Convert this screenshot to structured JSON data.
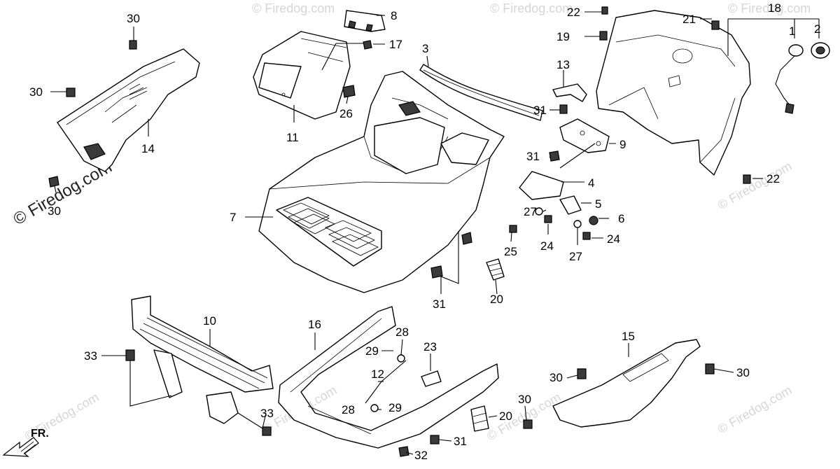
{
  "diagram": {
    "watermark_main": "© Firedog.com",
    "watermark_faint": "© Firedog.com",
    "direction_label": "FR.",
    "callouts": {
      "c1": "1",
      "c2": "2",
      "c3": "3",
      "c4": "4",
      "c5": "5",
      "c6": "6",
      "c7": "7",
      "c8": "8",
      "c9": "9",
      "c10": "10",
      "c11": "11",
      "c12": "12",
      "c13": "13",
      "c14": "14",
      "c15": "15",
      "c16": "16",
      "c17": "17",
      "c18": "18",
      "c19": "19",
      "c20a": "20",
      "c20b": "20",
      "c21": "21",
      "c22a": "22",
      "c22b": "22",
      "c23": "23",
      "c24a": "24",
      "c24b": "24",
      "c25": "25",
      "c26": "26",
      "c27a": "27",
      "c27b": "27",
      "c28a": "28",
      "c28b": "28",
      "c29a": "29",
      "c29b": "29",
      "c30a": "30",
      "c30b": "30",
      "c30c": "30",
      "c30d": "30",
      "c30e": "30",
      "c30f": "30",
      "c31a": "31",
      "c31b": "31",
      "c31c": "31",
      "c31d": "31",
      "c32": "32",
      "c33a": "33",
      "c33b": "33"
    }
  }
}
